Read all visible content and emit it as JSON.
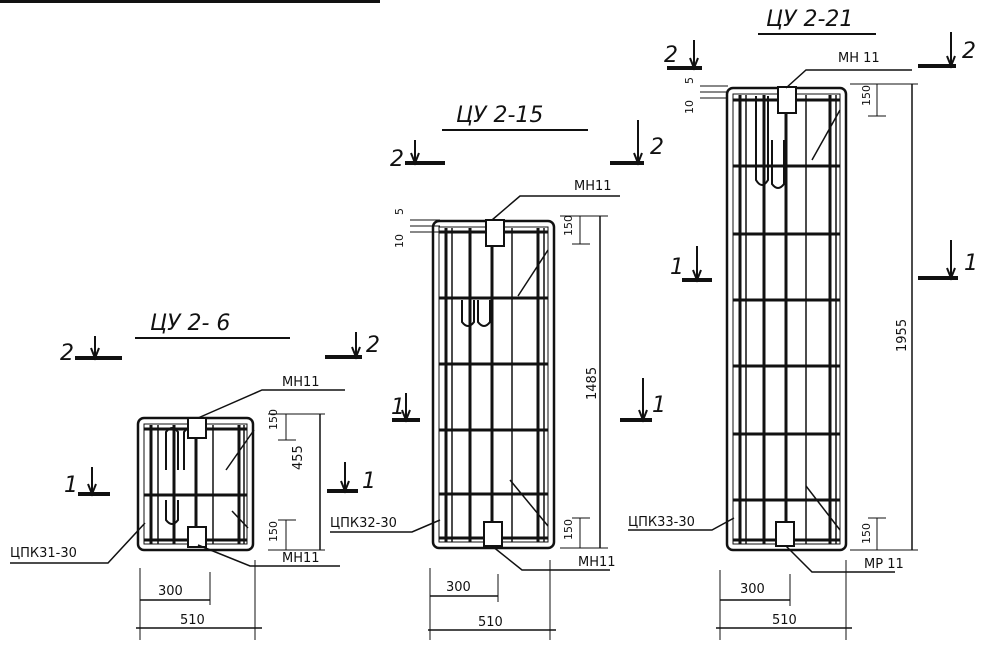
{
  "title_strip": "",
  "colors": {
    "ink": "#111111",
    "paper": "#ffffff"
  },
  "elements": [
    {
      "title": "ЦУ 2- 6",
      "plate_label": "МН11",
      "plate_label_bottom": "МН11",
      "frame_label": "ЦПК31-30",
      "dims": {
        "height": "455",
        "top_offset": "150",
        "bottom_offset": "150",
        "inner_width": "300",
        "outer_width": "510"
      },
      "section_marks": {
        "top_left": "2",
        "top_right": "2",
        "mid_left": "1",
        "mid_right": "1"
      }
    },
    {
      "title": "ЦУ 2-15",
      "plate_label": "МН11",
      "plate_label_bottom": "МН11",
      "frame_label": "ЦПК32-30",
      "dims": {
        "height": "1485",
        "top_offset": "150",
        "bottom_offset": "150",
        "inner_width": "300",
        "outer_width": "510",
        "small_top_a": "5",
        "small_top_b": "10"
      },
      "section_marks": {
        "top_left": "2",
        "top_right": "2",
        "mid_left": "1",
        "mid_right": "1"
      }
    },
    {
      "title": "ЦУ 2-21",
      "plate_label": "МН 11",
      "plate_label_bottom": "МР 11",
      "frame_label": "ЦПК33-30",
      "dims": {
        "height": "1955",
        "top_offset": "150",
        "bottom_offset": "150",
        "inner_width": "300",
        "outer_width": "510",
        "small_top_a": "5",
        "small_top_b": "10"
      },
      "section_marks": {
        "top_left": "2",
        "top_right": "2",
        "mid_left": "1",
        "mid_right": "1"
      }
    }
  ]
}
